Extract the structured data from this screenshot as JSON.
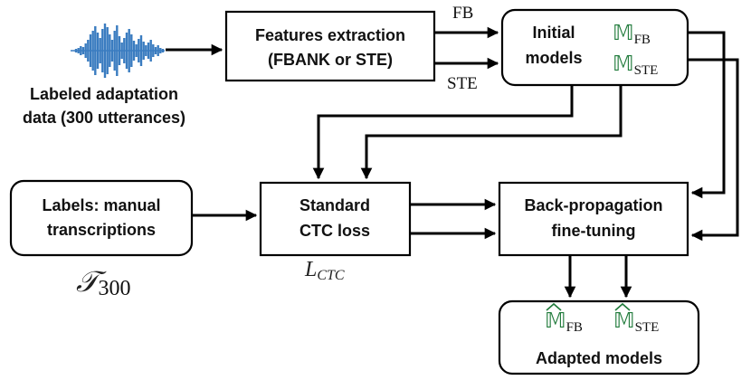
{
  "input": {
    "label_line1": "Labeled adaptation",
    "label_line2": "data (300 utterances)",
    "waveform_icon": "audio-waveform-icon",
    "waveform_color": "#3a7cc0"
  },
  "features": {
    "line1": "Features extraction",
    "line2": "(FBANK or STE)"
  },
  "streams": {
    "fb": "FB",
    "ste": "STE"
  },
  "initial": {
    "line1": "Initial",
    "line2": "models",
    "m_symbol": "𝕄",
    "fb_sub": "FB",
    "ste_sub": "STE",
    "symbol_color": "#1f7a3a"
  },
  "labels_box": {
    "line1": "Labels: manual",
    "line2": "transcriptions"
  },
  "transcription_symbol": {
    "main": "𝒯",
    "sub": "300"
  },
  "ctc_box": {
    "line1": "Standard",
    "line2": "CTC loss"
  },
  "loss_symbol": {
    "main": "L",
    "sub": "CTC"
  },
  "bp_box": {
    "line1": "Back-propagation",
    "line2": "fine-tuning"
  },
  "adapted": {
    "title": "Adapted models",
    "m_symbol": "𝕄",
    "fb_sub": "FB",
    "ste_sub": "STE"
  }
}
